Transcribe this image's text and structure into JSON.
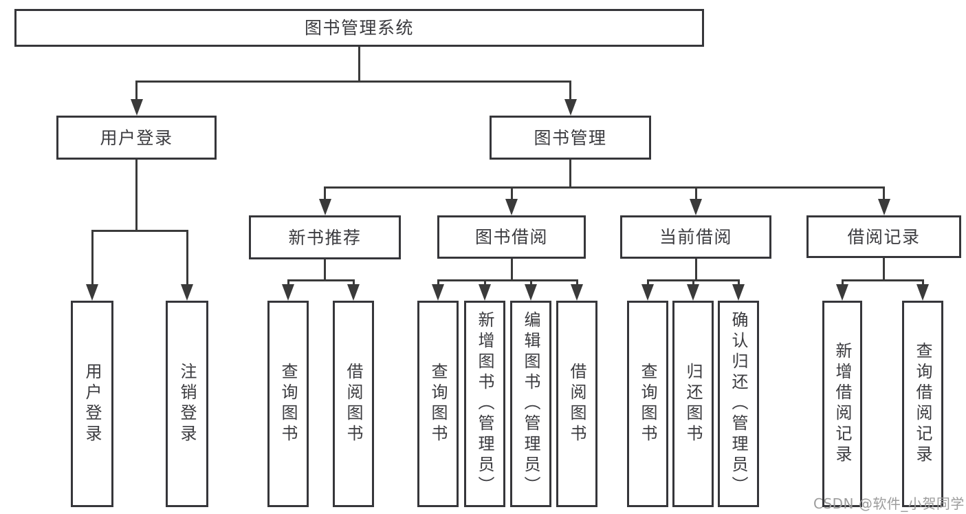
{
  "diagram": {
    "nodes": [
      {
        "id": "library-management-system",
        "label": "图书管理系统",
        "parent": null
      },
      {
        "id": "user-login",
        "label": "用户登录",
        "parent": "library-management-system"
      },
      {
        "id": "book-management",
        "label": "图书管理",
        "parent": "library-management-system"
      },
      {
        "id": "new-book-recommendation",
        "label": "新书推荐",
        "parent": "book-management"
      },
      {
        "id": "book-borrowing",
        "label": "图书借阅",
        "parent": "book-management"
      },
      {
        "id": "current-borrowing",
        "label": "当前借阅",
        "parent": "book-management"
      },
      {
        "id": "borrowing-records",
        "label": "借阅记录",
        "parent": "book-management"
      },
      {
        "id": "user-login-action",
        "label": "用户登录",
        "parent": "user-login"
      },
      {
        "id": "logout-action",
        "label": "注销登录",
        "parent": "user-login"
      },
      {
        "id": "query-books-recommend",
        "label": "查询图书",
        "parent": "new-book-recommendation"
      },
      {
        "id": "borrow-books-recommend",
        "label": "借阅图书",
        "parent": "new-book-recommendation"
      },
      {
        "id": "query-books-borrowing",
        "label": "查询图书",
        "parent": "book-borrowing"
      },
      {
        "id": "add-books-admin",
        "label": "新增图书（管理员）",
        "parent": "book-borrowing"
      },
      {
        "id": "edit-books-admin",
        "label": "编辑图书（管理员）",
        "parent": "book-borrowing"
      },
      {
        "id": "borrow-books-borrowing",
        "label": "借阅图书",
        "parent": "book-borrowing"
      },
      {
        "id": "query-books-current",
        "label": "查询图书",
        "parent": "current-borrowing"
      },
      {
        "id": "return-books",
        "label": "归还图书",
        "parent": "current-borrowing"
      },
      {
        "id": "confirm-return-admin",
        "label": "确认归还（管理员）",
        "parent": "current-borrowing"
      },
      {
        "id": "add-borrowing-record",
        "label": "新增借阅记录",
        "parent": "borrowing-records"
      },
      {
        "id": "query-borrowing-record",
        "label": "查询借阅记录",
        "parent": "borrowing-records"
      }
    ]
  },
  "watermark": {
    "text": "CSDN @软件_小贺同学"
  },
  "colors": {
    "line": "#3a3a3a",
    "box_border": "#36363a",
    "box_fill": "#ffffff",
    "text": "#3b3b3f",
    "watermark": "#9c9c9c",
    "background": "#ffffff"
  }
}
